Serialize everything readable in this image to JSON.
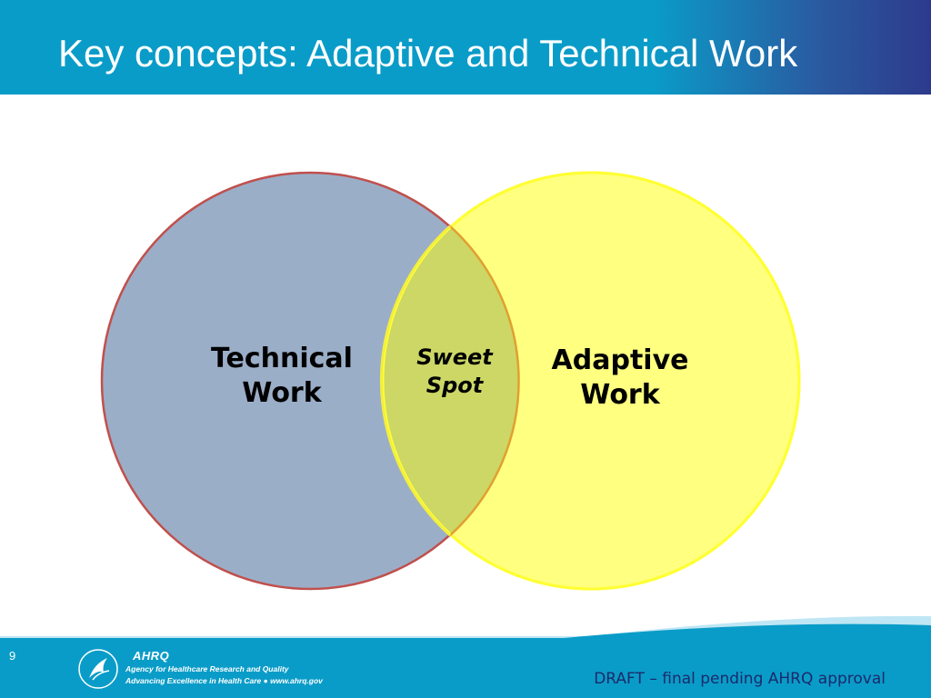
{
  "slide": {
    "title": "Key concepts: Adaptive and Technical Work"
  },
  "venn": {
    "left_circle": {
      "line1": "Technical",
      "line2": "Work",
      "fill": "#9baec8",
      "stroke": "#c0504d"
    },
    "right_circle": {
      "line1": "Adaptive",
      "line2": "Work",
      "fill": "#ffff80",
      "stroke": "#ffff33"
    },
    "overlap": {
      "line1": "Sweet",
      "line2": "Spot",
      "fill": "#ccd766"
    }
  },
  "footer": {
    "slide_number": "9",
    "logo_text": "AHRQ",
    "agency_name": "Agency for Healthcare Research and Quality",
    "tagline": "Advancing Excellence in Health Care ● www.ahrq.gov",
    "draft_note": "DRAFT – final pending AHRQ approval"
  },
  "colors": {
    "header": "#0a9cc8",
    "header_end": "#2d3a8c",
    "footer": "#0a9cc8",
    "draft_text": "#1a2a6c"
  }
}
